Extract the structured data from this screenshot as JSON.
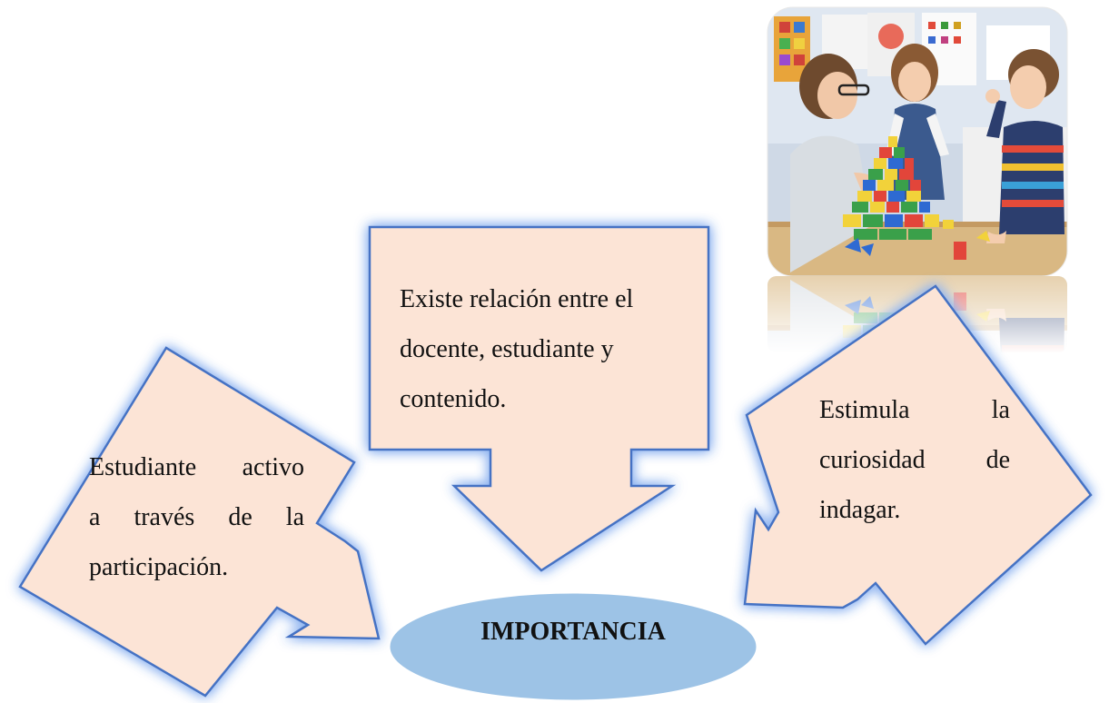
{
  "diagram": {
    "center": {
      "label": "IMPORTANCIA"
    },
    "nodes": [
      {
        "id": "top",
        "lines": [
          "Existe relación entre el",
          "docente, estudiante y",
          "contenido."
        ]
      },
      {
        "id": "left",
        "lines": [
          "Estudiante activo",
          "a través de la",
          "participación."
        ]
      },
      {
        "id": "right",
        "lines": [
          "Estimula la",
          "curiosidad de",
          "indagar."
        ]
      }
    ]
  },
  "photo": {
    "subject": "teacher and two children stacking colorful wooden blocks"
  },
  "colors": {
    "arrow_fill": "#fce4d6",
    "arrow_stroke": "#4472c4",
    "glow": "#8fb4f0",
    "ellipse_fill": "#9dc3e6",
    "text": "#111111"
  }
}
